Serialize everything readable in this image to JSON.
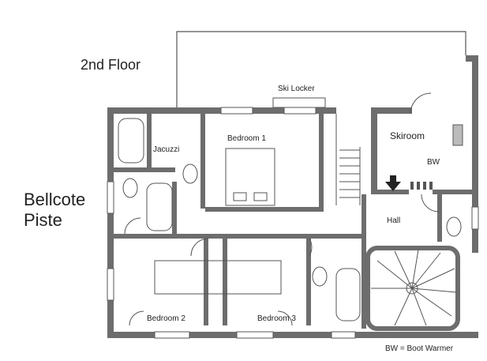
{
  "floor_title": "2nd Floor",
  "building_name_line1": "Bellcote",
  "building_name_line2": "Piste",
  "rooms": {
    "ski_locker": "Ski Locker",
    "skiroom": "Skiroom",
    "bw": "BW",
    "jacuzzi": "Jacuzzi",
    "bedroom1": "Bedroom 1",
    "hall": "Hall",
    "bedroom2": "Bedroom 2",
    "bedroom3": "Bedroom 3"
  },
  "key_note": "BW = Boot Warmer",
  "colors": {
    "wall": "#6d6d6d",
    "line": "#555555",
    "background": "#ffffff"
  }
}
